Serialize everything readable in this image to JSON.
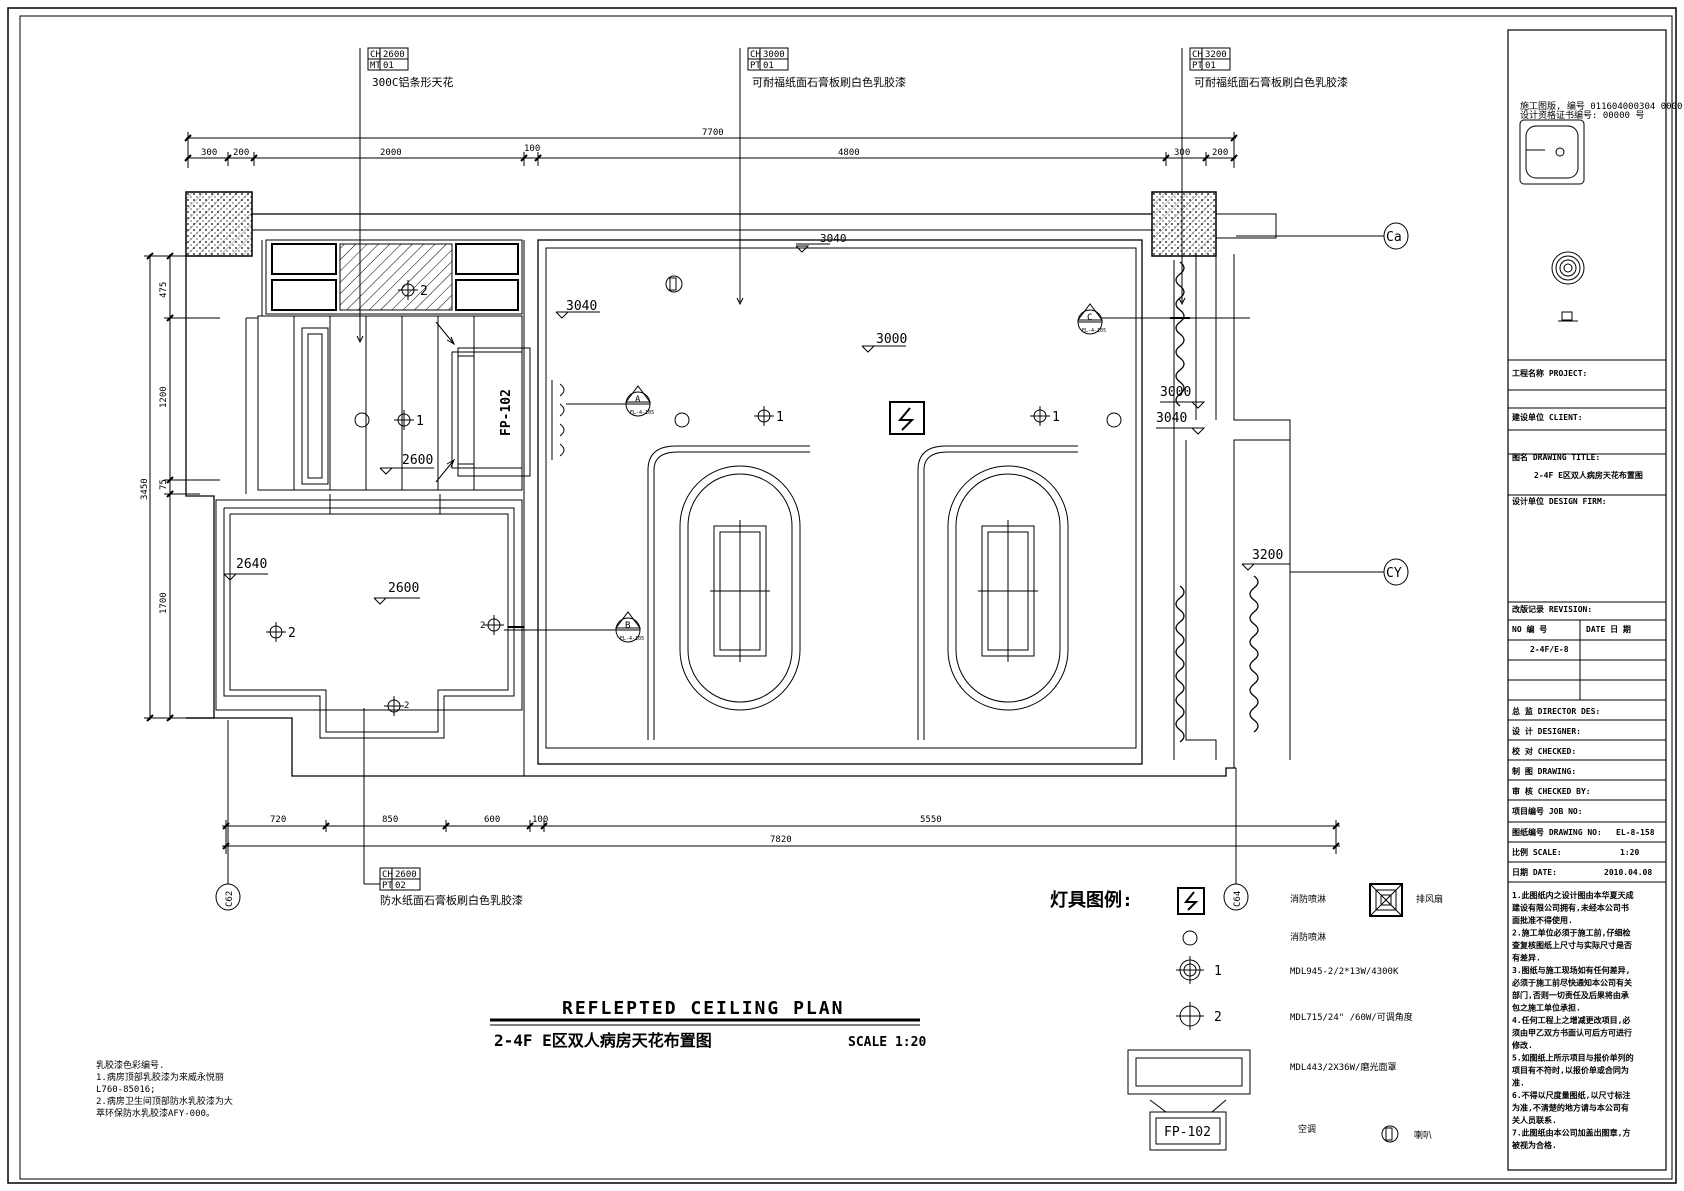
{
  "tags": [
    {
      "r1a": "CH",
      "r1b": "2600",
      "r2a": "MT",
      "r2b": "01",
      "note": "300C铝条形天花"
    },
    {
      "r1a": "CH",
      "r1b": "3000",
      "r2a": "PT",
      "r2b": "01",
      "note": "可耐福纸面石膏板刷白色乳胶漆"
    },
    {
      "r1a": "CH",
      "r1b": "3200",
      "r2a": "PT",
      "r2b": "01",
      "note": "可耐福纸面石膏板刷白色乳胶漆"
    },
    {
      "r1a": "CH",
      "r1b": "2600",
      "r2a": "PT",
      "r2b": "02",
      "note": "防水纸面石膏板刷白色乳胶漆"
    }
  ],
  "dims_top": {
    "total": "7700",
    "segments": [
      "300",
      "200",
      "2000",
      "100",
      "4800",
      "300",
      "200"
    ]
  },
  "dims_bottom": {
    "total": "7820",
    "segments": [
      "720",
      "850",
      "600",
      "100",
      "5550"
    ]
  },
  "dims_left": {
    "total": "3450",
    "segments": [
      "475",
      "1200",
      "75",
      "1700"
    ]
  },
  "heights": {
    "h3040a": "3040",
    "h3040b": "3040",
    "h3040c": "3040",
    "h3000a": "3000",
    "h3000b": "3000",
    "h2600a": "2600",
    "h2600b": "2600",
    "h2640": "2640",
    "h3200": "3200"
  },
  "grids": {
    "ca": "Ca",
    "cy": "CY",
    "c62": "C62",
    "c64": "C64"
  },
  "sections": [
    {
      "letter": "A",
      "ref": "EL-4-105"
    },
    {
      "letter": "B",
      "ref": "EL-4-105"
    },
    {
      "letter": "C",
      "ref": "EL-4-105"
    }
  ],
  "fixtures": {
    "fp102": "FP-102",
    "n1": "1",
    "n2": "2"
  },
  "plan_title": {
    "en": "REFLEPTED CEILING PLAN",
    "cn": "2-4F E区双人病房天花布置图",
    "scale": "SCALE 1:20"
  },
  "legend": {
    "title": "灯具图例:",
    "items": {
      "fire_speaker": "消防喷淋",
      "exhaust": "排风扇",
      "smoke": "消防喷淋",
      "l1": "MDL945-2/2*13W/4300K",
      "l2": "MDL715/24\" /60W/可调角度",
      "l3": "MDL443/2X36W/磨光面罩",
      "ac": "空调",
      "speaker": "喇叭",
      "fp": "FP-102",
      "n1": "1",
      "n2": "2"
    }
  },
  "notes": [
    "乳胶漆色彩编号.",
    "1.病房顶部乳胶漆为来威永悦丽",
    "L760-85016;",
    "2.病房卫生间顶部防水乳胶漆为大",
    "萃环保防水乳胶漆AFY-000。"
  ],
  "title_block": {
    "stamp1": "施工图版, 编号  011604000304 0000   号",
    "stamp2": "设计资格证书编号:   00000   号",
    "project": "工程名称 PROJECT:",
    "client": "建设单位 CLIENT:",
    "drawing_title_label": "图名 DRAWING TITLE:",
    "drawing_title": "2-4F E区双人病房天花布置图",
    "design_firm": "设计单位 DESIGN FIRM:",
    "revision": "改版记录 REVISION:",
    "no": "NO 编 号",
    "date_col": "DATE 日 期",
    "rev_no": "2-4F/E-8",
    "director": "总 监 DIRECTOR DES:",
    "designer": "设 计 DESIGNER:",
    "checked": "校 对 CHECKED:",
    "drawing": "制 图 DRAWING:",
    "checked_by": "审 核 CHECKED BY:",
    "job_no": "项目编号 JOB NO:",
    "drawing_no_label": "图纸编号 DRAWING NO:",
    "drawing_no": "EL-8-158",
    "scale_label": "比例 SCALE:",
    "scale": "1:20",
    "date_label": "日期  DATE:",
    "date": "2010.04.08",
    "remarks": [
      "1.此图纸内之设计图由本华夏天成",
      "  建设有限公司拥有,未经本公司书",
      "  面批准不得使用.",
      "2.施工单位必须于施工前,仔细检",
      "  查复核图纸上尺寸与实际尺寸是否",
      "  有差异.",
      "3.图纸与施工现场如有任何差异,",
      "  必须于施工前尽快通知本公司有关",
      "  部门,否则一切责任及后果将由承",
      "  包之施工单位承担.",
      "4.任何工程上之增减更改项目,必",
      "  须由甲乙双方书面认可后方可进行",
      "  修改.",
      "5.如图纸上所示项目与报价单列的",
      "  项目有不符时,以报价单或合同为",
      "  准.",
      "6.不得以尺度量图纸,以尺寸标注",
      "  为准,不清楚的地方请与本公司有",
      "  关人员联系.",
      "7.此图纸由本公司加盖出图章,方",
      "  被视为合格."
    ]
  }
}
